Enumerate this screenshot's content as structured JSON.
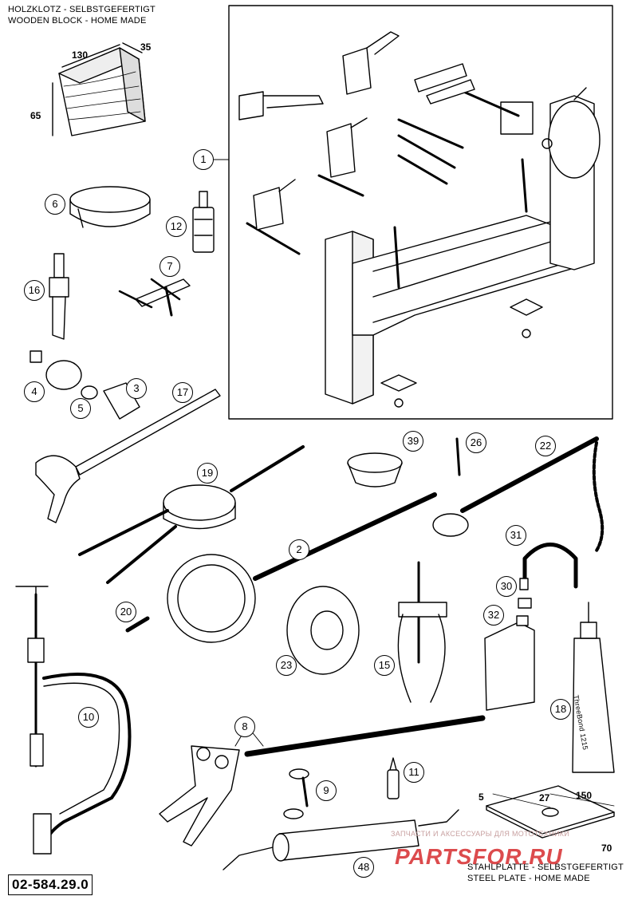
{
  "labels": {
    "wooden_block_de": "HOLZKLOTZ - SELBSTGEFERTIGT",
    "wooden_block_en": "WOODEN BLOCK - HOME MADE",
    "steel_plate_de": "STAHLPLATTE - SELBSTGEFERTIGT",
    "steel_plate_en": "STEEL PLATE - HOME MADE",
    "part_number": "02-584.29.0",
    "watermark": "PARTSFOR.RU",
    "watermark_sub": "ЗАПЧАСТИ И АКСЕССУАРЫ ДЛЯ МОТОТЕХНИКИ",
    "tube_text": "ThreeBond 1215"
  },
  "dimensions": {
    "block_width": "130",
    "block_depth": "35",
    "block_height": "65",
    "plate_thickness": "5",
    "plate_hole": "27",
    "plate_length": "150",
    "plate_width": "70"
  },
  "callouts": [
    "1",
    "2",
    "3",
    "4",
    "5",
    "6",
    "7",
    "8",
    "9",
    "10",
    "11",
    "12",
    "15",
    "16",
    "17",
    "18",
    "19",
    "20",
    "22",
    "23",
    "26",
    "30",
    "31",
    "32",
    "39",
    "48"
  ],
  "line_color": "#000000"
}
